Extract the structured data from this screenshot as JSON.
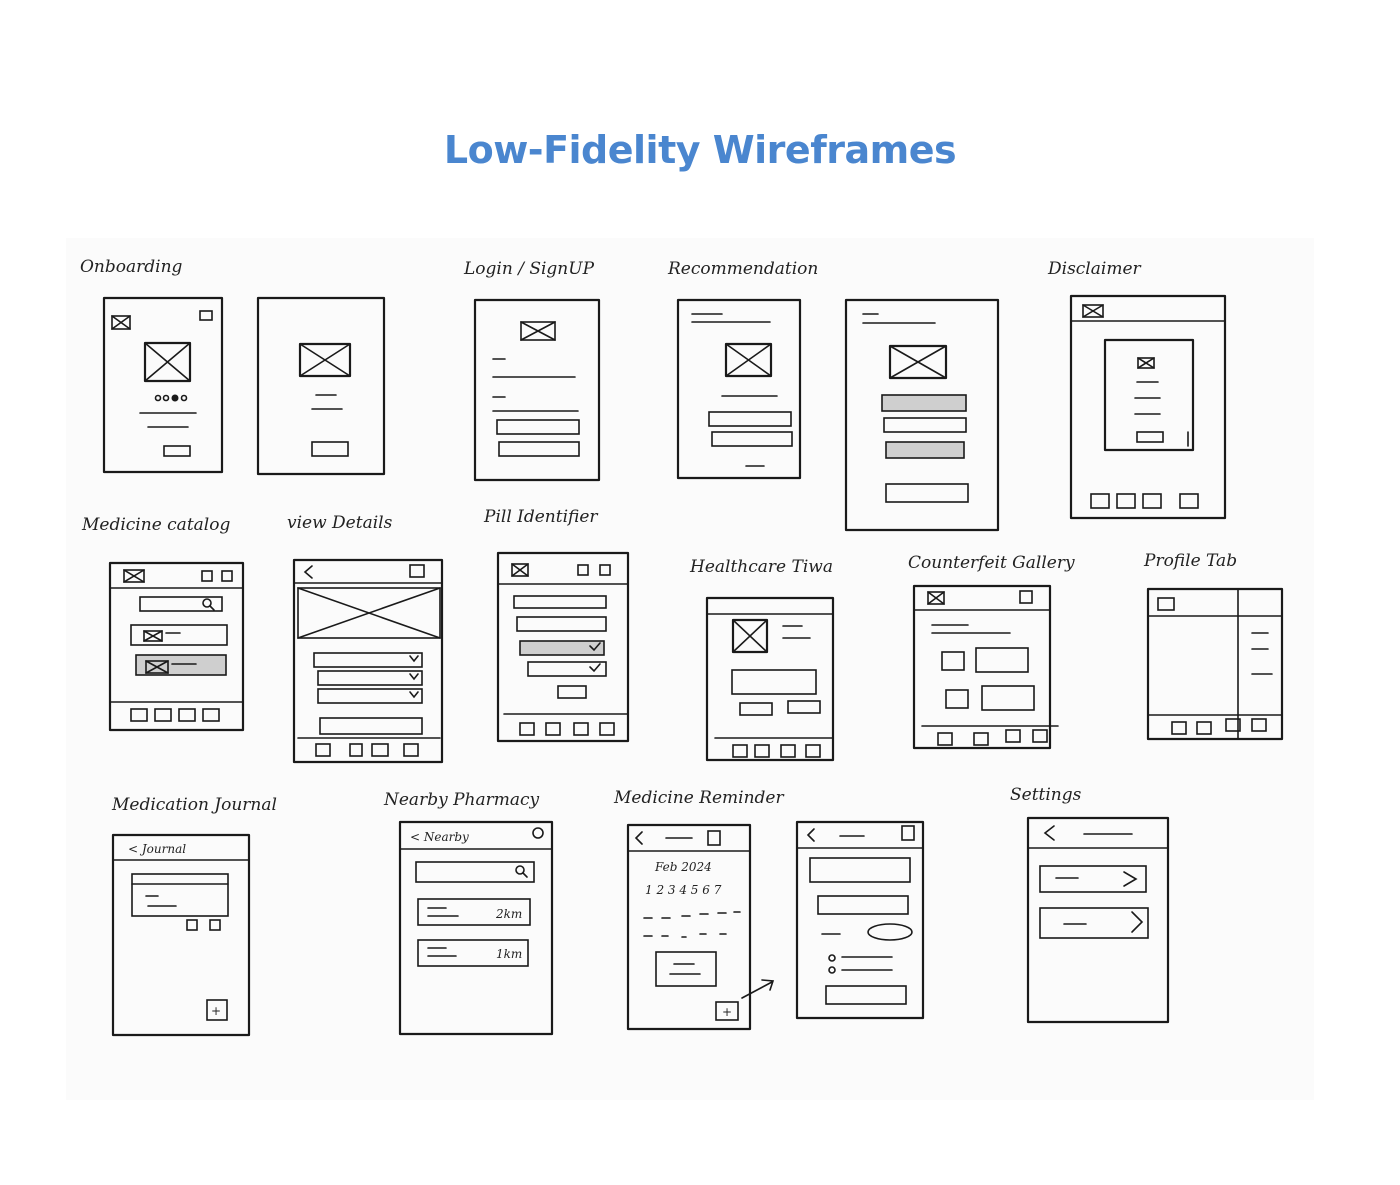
{
  "title": "Low-Fidelity Wireframes",
  "colors": {
    "title": "#4a86cf",
    "ink": "#1a1a1a",
    "paper": "#fbfbfb"
  },
  "screens": {
    "onboarding": "Onboarding",
    "login": "Login / SignUP",
    "recommendation": "Recommendation",
    "disclaimer": "Disclaimer",
    "medicine_catalog": "Medicine catalog",
    "view_details": "view Details",
    "pill_identifier": "Pill Identifier",
    "healthcare_tiwa": "Healthcare Tiwa",
    "counterfeit_gallery": "Counterfeit Gallery",
    "profile_tab": "Profile Tab",
    "medication_journal": "Medication Journal",
    "nearby_pharmacy": "Nearby Pharmacy",
    "medicine_reminder": "Medicine Reminder",
    "settings": "Settings"
  },
  "inner_text": {
    "journal_header": "< Journal",
    "nearby_header": "< Nearby",
    "distance_1": "2km",
    "distance_2": "1km",
    "reminder_month": "Feb 2024",
    "reminder_days": "1 2 3 4 5 6 7",
    "add_symbol": "+"
  }
}
